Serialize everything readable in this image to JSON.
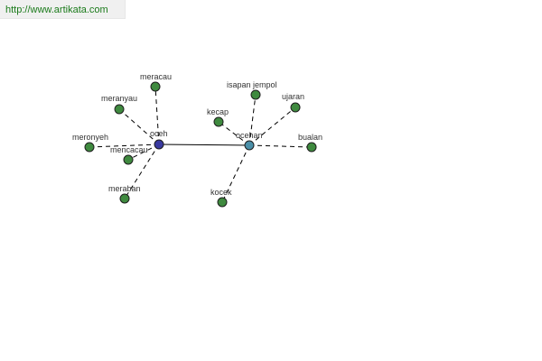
{
  "url_bar": {
    "text": "http://www.artikata.com"
  },
  "graph": {
    "center_nodes": [
      "oceh",
      "ocehan"
    ],
    "leaf_nodes": [
      "meracau",
      "meranyau",
      "meronyeh",
      "mencacau",
      "meraban",
      "isapan jempol",
      "ujaran",
      "kecap",
      "bualan",
      "kocek"
    ],
    "edges": [
      {
        "from": "oceh",
        "to": "ocehan",
        "style": "solid"
      },
      {
        "from": "oceh",
        "to": "meracau",
        "style": "dashed"
      },
      {
        "from": "oceh",
        "to": "meranyau",
        "style": "dashed"
      },
      {
        "from": "oceh",
        "to": "meronyeh",
        "style": "dashed"
      },
      {
        "from": "oceh",
        "to": "mencacau",
        "style": "dashed"
      },
      {
        "from": "oceh",
        "to": "meraban",
        "style": "dashed"
      },
      {
        "from": "ocehan",
        "to": "isapan jempol",
        "style": "dashed"
      },
      {
        "from": "ocehan",
        "to": "ujaran",
        "style": "dashed"
      },
      {
        "from": "ocehan",
        "to": "kecap",
        "style": "dashed"
      },
      {
        "from": "ocehan",
        "to": "bualan",
        "style": "dashed"
      },
      {
        "from": "ocehan",
        "to": "kocek",
        "style": "dashed"
      }
    ],
    "colors": {
      "oceh_node": "#3a3aa0",
      "ocehan_node": "#4a8fa8",
      "leaf_node": "#3f8a3f",
      "edge": "#000000"
    }
  }
}
